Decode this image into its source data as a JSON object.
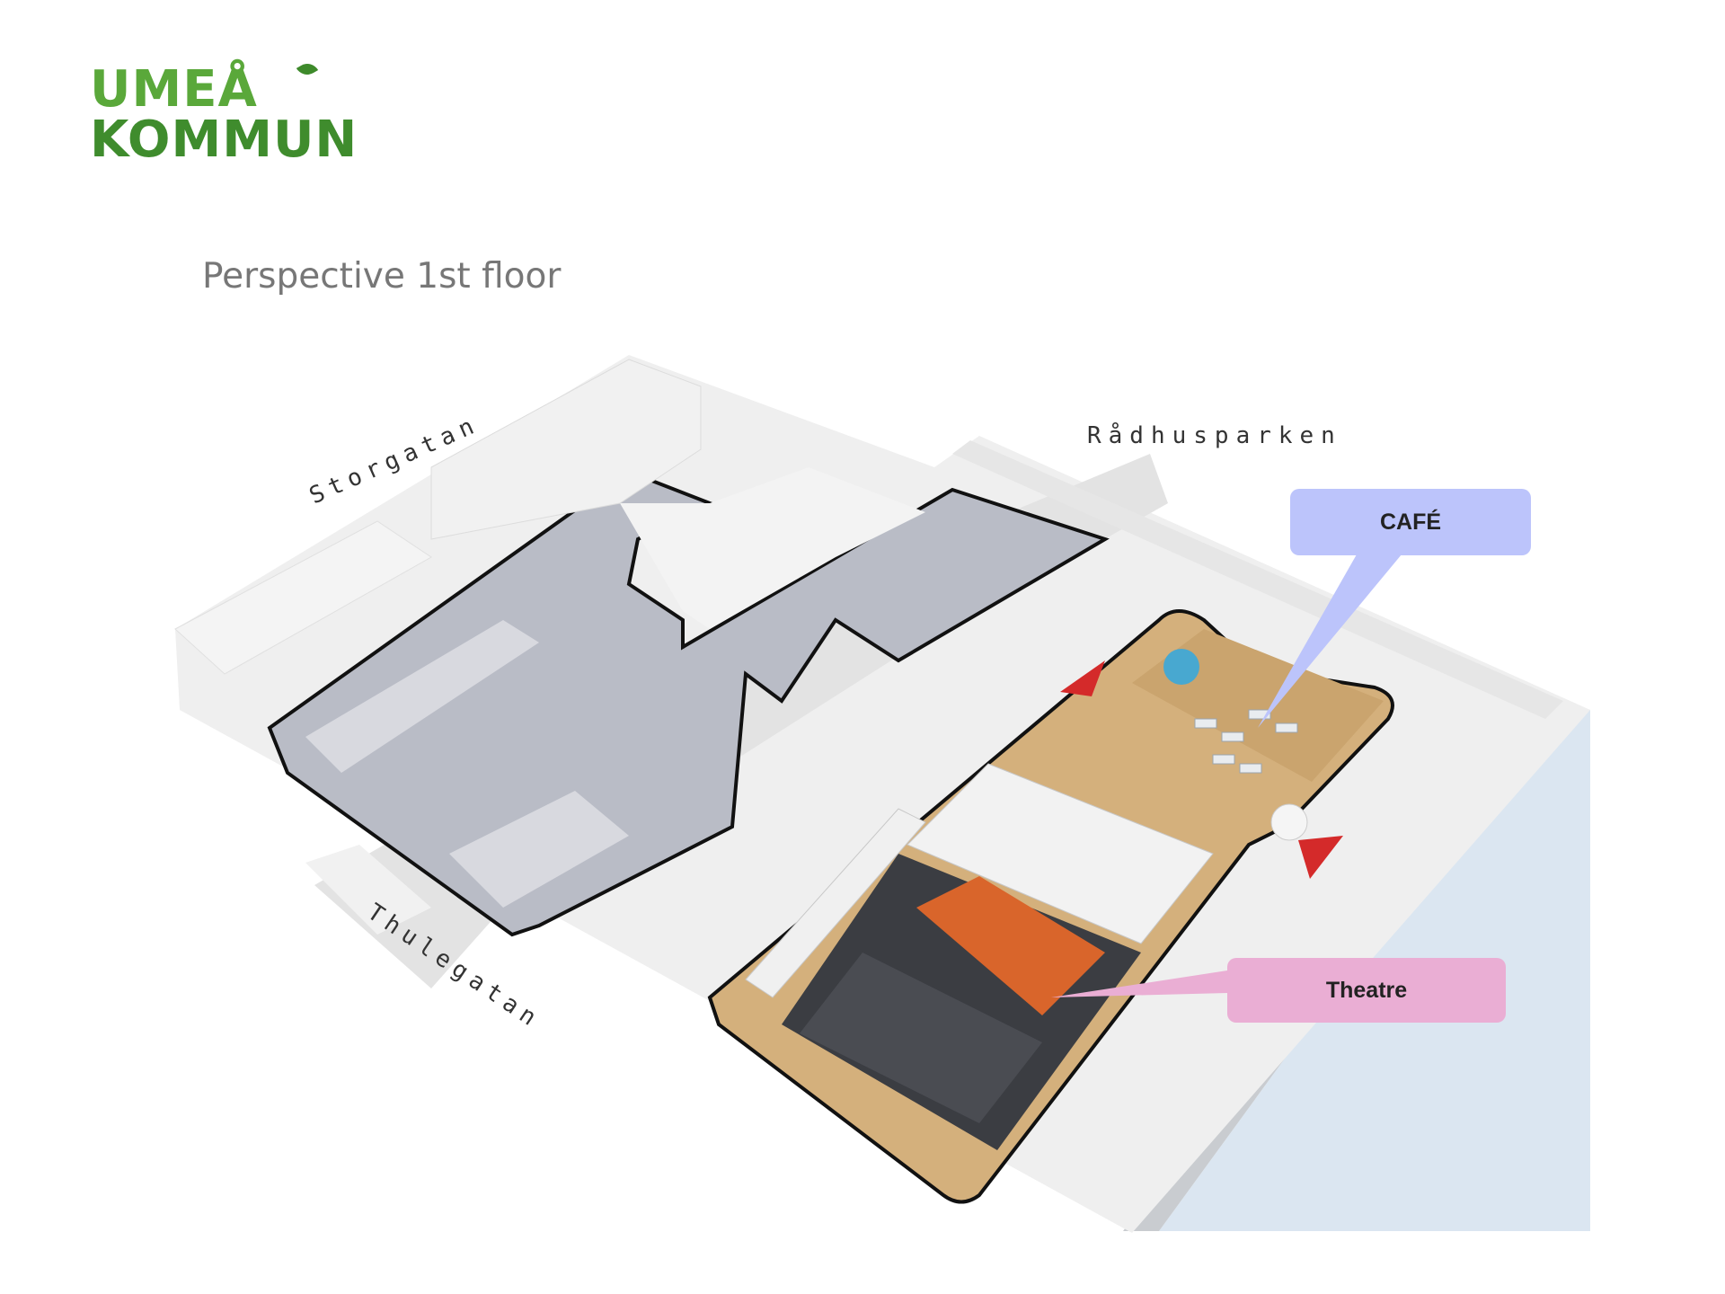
{
  "logo": {
    "line1": "UMEÅ",
    "line2": "KOMMUN",
    "color": "#4c9a34"
  },
  "title": "Perspective 1st floor",
  "streets": {
    "storgatan": "Storgatan",
    "thulegatan": "Thulegatan",
    "radhusparken": "Rådhusparken"
  },
  "callouts": {
    "cafe": {
      "text": "CAFÉ",
      "color": "#bcc4fb"
    },
    "theatre": {
      "text": "Theatre",
      "color": "#eaaed4"
    }
  },
  "colors": {
    "water": "#dbe6f1",
    "floor_wood": "#d4b07c",
    "seats": "#d9652b",
    "entrance_arrow": "#d42a2a"
  }
}
